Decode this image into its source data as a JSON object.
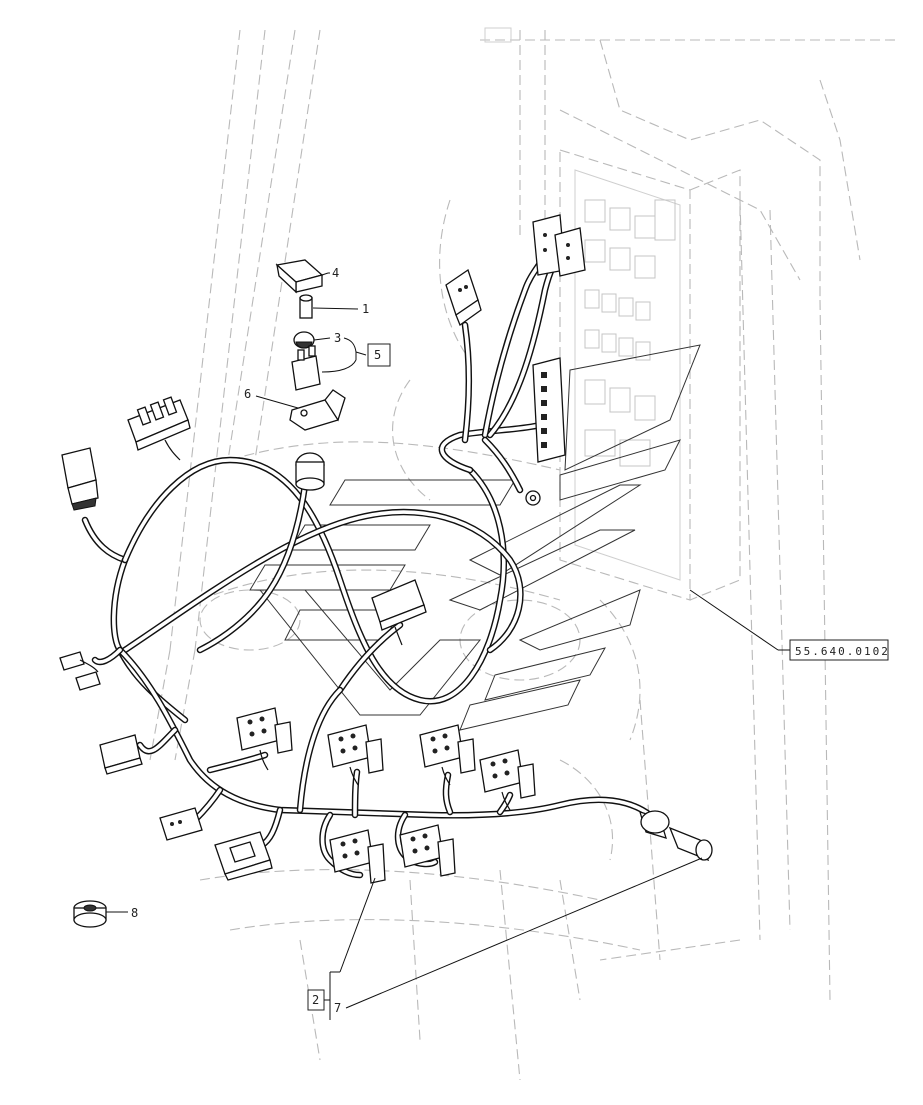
{
  "diagram": {
    "callouts": {
      "c1": "1",
      "c2": "2",
      "c3": "3",
      "c4": "4",
      "c5": "5",
      "c6": "6",
      "c7": "7",
      "c8": "8"
    },
    "reference": "55.640.0102"
  }
}
